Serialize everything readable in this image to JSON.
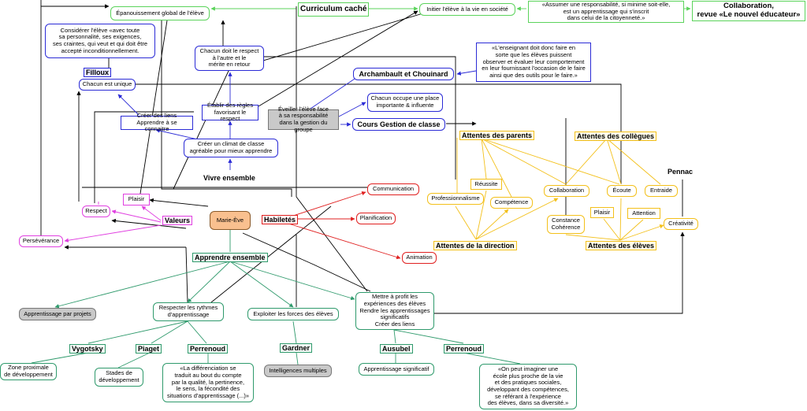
{
  "colors": {
    "green": "#5bd35b",
    "blue": "#2b2bd6",
    "magenta": "#e040e0",
    "red": "#e02020",
    "yellow": "#f3c01a",
    "teal": "#2f9a6c",
    "black": "#000000",
    "center_fill": "#f9c08f"
  },
  "nodes": {
    "epanouissement": "Épanouissement global de l'élève",
    "curriculum_cache": "Curriculum caché",
    "initier": "Initier l'élève à la vie en société",
    "assumer_quote": "«Assumer une responsabilité, si minime soit-elle,\nest un apprentissage qui s'inscrit\ndans celui de la citoyenneté.»",
    "collaboration_revue": "Collaboration,\nrevue «Le nouvel éducateur»",
    "filloux_quote": "Considérer l'élève «avec toute\nsa personnalité, ses exigences,\nses craintes, qui veut et qui doit être\naccepté inconditionnellement.",
    "filloux": "Filloux",
    "chacun_doit": "Chacun doit le respect\nà l'autre et le\nmérite en retour",
    "enseignant_quote": "«L'enseignant doit donc faire en\nsorte que les élèves puissent\nobserver et évaluer leur comportement\nen leur fournissant l'occasion de le faire\nainsi que des outils pour le faire.»",
    "chacun_unique": "Chacun est unique",
    "archambault": "Archambault et Chouinard",
    "chacun_occupe": "Chacun occupe une place\nimportante & influente",
    "etablir": "Établir des règles\nfavorisant le respect",
    "eveiller": "Éveiller l'élève face\nà sa responsabilité\ndans la gestion du groupe",
    "creer_liens": "Créer des liens\nApprendre à se connaitre",
    "cours_gestion": "Cours Gestion de classe",
    "climat": "Créer un climat de classe\nagréable pour mieux apprendre",
    "attentes_parents": "Attentes des parents",
    "attentes_collegues": "Attentes des collègues",
    "vivre_ensemble": "Vivre ensemble",
    "reussite": "Réussite",
    "pennac": "Pennac",
    "communication": "Communication",
    "professionnalisme": "Professionnalisme",
    "collaboration": "Collaboration",
    "ecoute": "Écoute",
    "entraide": "Entraide",
    "plaisir_left": "Plaisir",
    "competence": "Compétence",
    "respect": "Respect",
    "plaisir_right": "Plaisir",
    "attention": "Attention",
    "marie_eve": "Marie-Ève",
    "valeurs": "Valeurs",
    "habiletes": "Habiletés",
    "planification": "Planification",
    "constance": "Constance\nCohérence",
    "creativite": "Créativité",
    "perseverance": "Persévérance",
    "attentes_direction": "Attentes de la direction",
    "attentes_eleves": "Attentes des élèves",
    "apprendre_ensemble": "Apprendre ensemble",
    "animation": "Animation",
    "mettre_profit": "Mettre à profit les\nexpériences des élèves\nRendre les apprentissages\nsignificatifs\nCréer des liens",
    "app_projets": "Apprentissage par projets",
    "respecter_rythmes": "Respecter les rythmes\nd'apprentissage",
    "exploiter": "Exploiter les forces des élèves",
    "vygotsky": "Vygotsky",
    "piaget": "Piaget",
    "perrenoud_left": "Perrenoud",
    "gardner": "Gardner",
    "ausubel": "Ausubel",
    "perrenoud_right": "Perrenoud",
    "zone_proximale": "Zone proximale\nde développement",
    "stades": "Stades de\ndéveloppement",
    "differenciation_quote": "«La différenciation se\ntraduit au bout du compte\npar la qualité, la pertinence,\nle sens, la fécondité des\nsituations d'apprentissage (...)»",
    "intelligences": "Intelligences multiples",
    "app_significatif": "Apprentissage significatif",
    "ecole_quote": "«On peut imaginer une\nécole plus proche de la vie\net des pratiques sociales,\ndéveloppant des compétences,\nse référant à l'expérience\ndes élèves, dans sa diversité.»"
  }
}
